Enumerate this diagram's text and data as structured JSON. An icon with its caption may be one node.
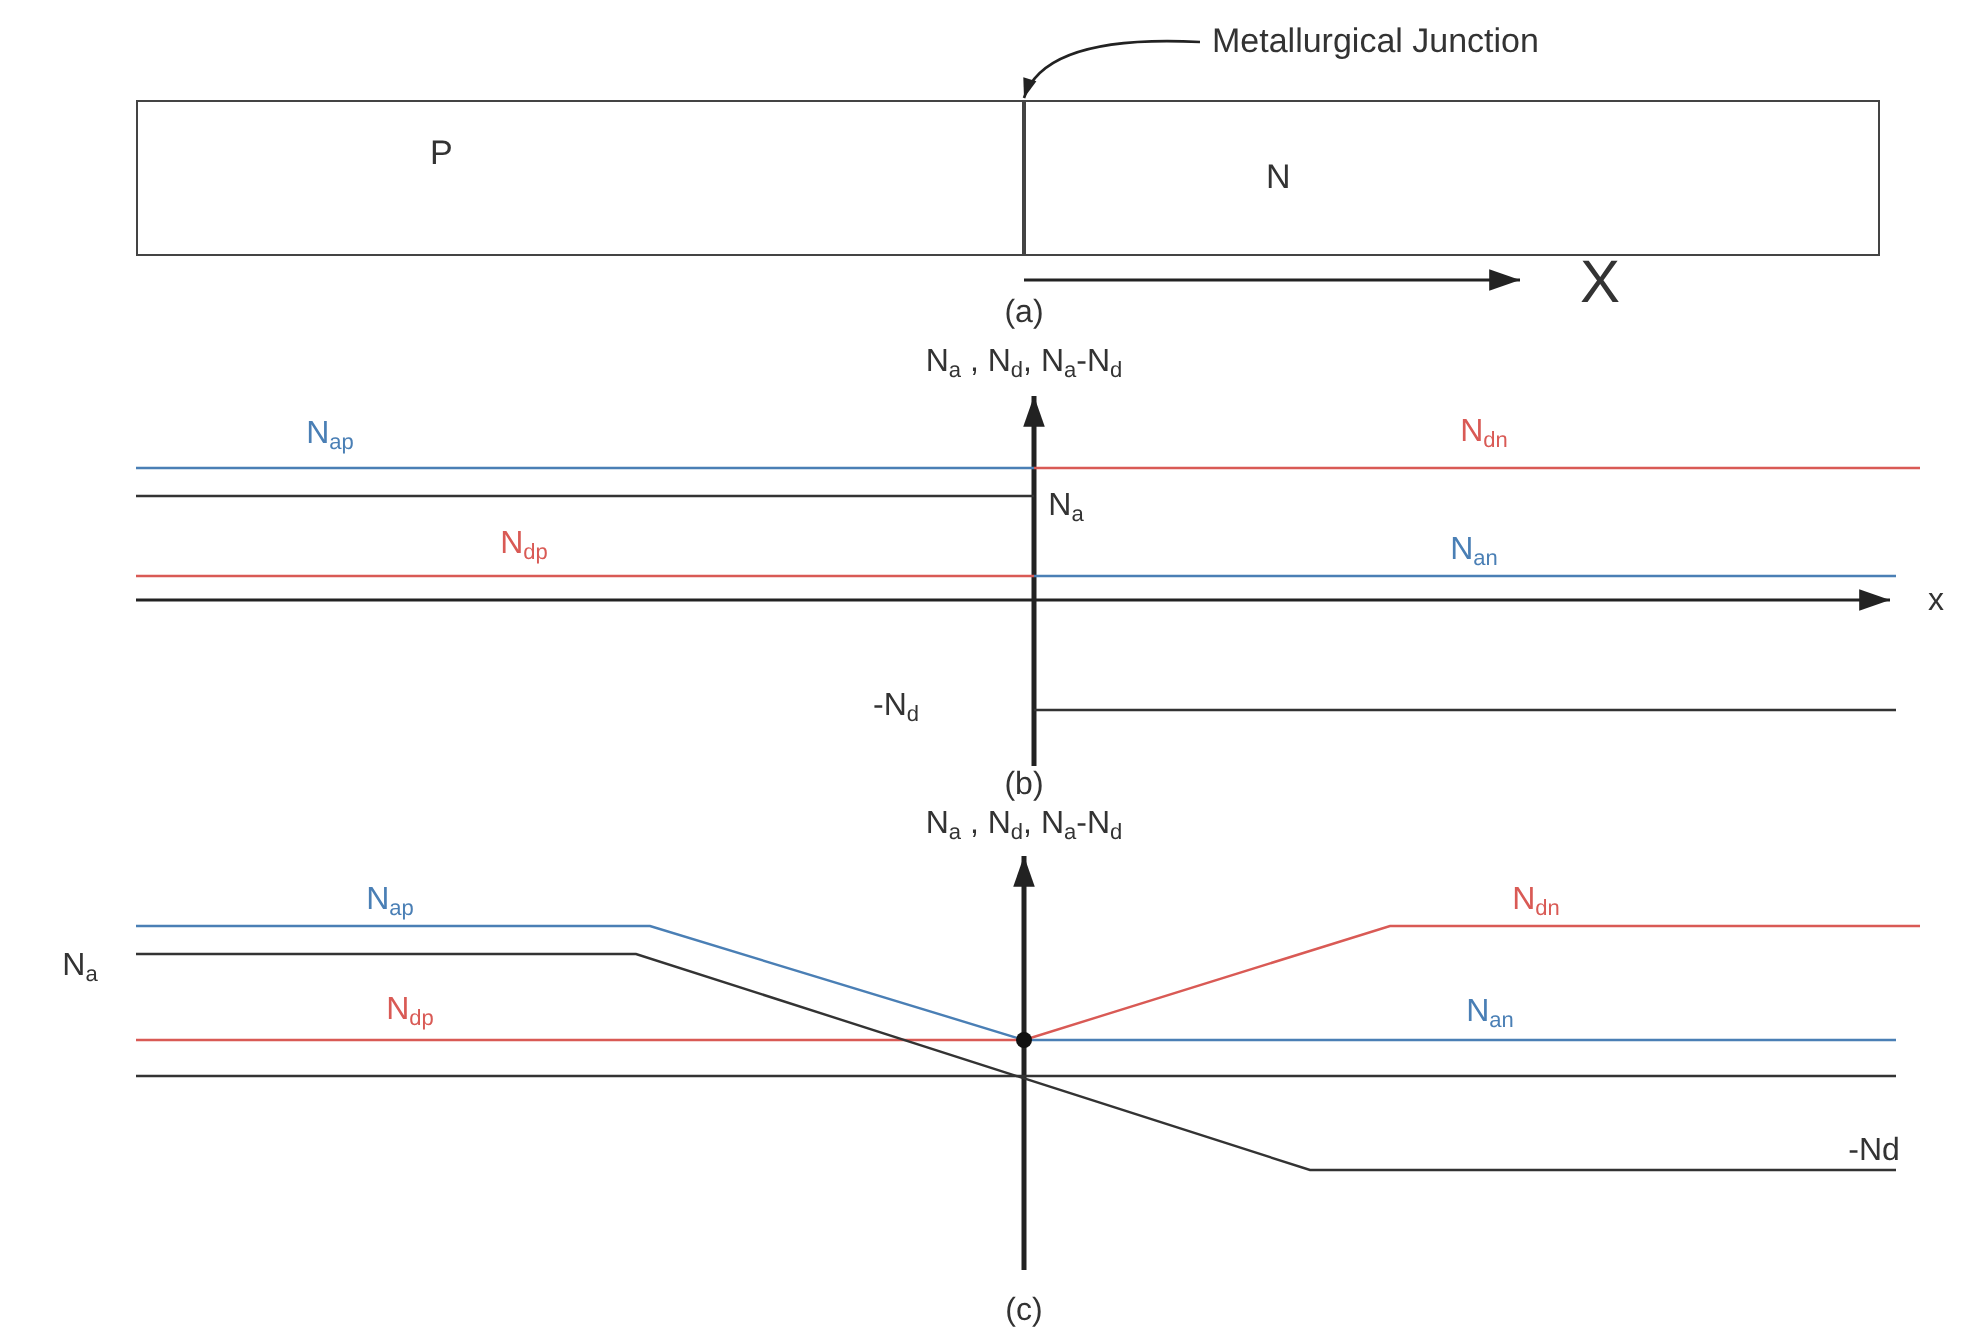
{
  "diagram": {
    "nodes": [
      {
        "text": [
          "Metallurgical Junction"
        ]
      },
      {
        "text": [
          "P"
        ]
      },
      {
        "text": [
          "N"
        ]
      }
    ],
    "edges": [
      {
        "from": 0,
        "to": 2,
        "arrow": "to"
      }
    ],
    "labels": [
      "X",
      "(a)",
      "N$_{a}$ , N$_{d}$, N$_{a}$-N$_{d}$",
      "N$_{ap}$",
      "N$_{dn}$",
      "N$_{a}$",
      "N$_{dp}$",
      "N$_{an}$",
      "x",
      "-N$_{d}$",
      "(b)",
      "N$_{a}$ , N$_{d}$, N$_{a}$-N$_{d}$",
      "N$_{ap}$",
      "N$_{dn}$",
      "N$_{a}$",
      "N$_{dp}$",
      "N$_{an}$",
      "-Nd",
      "(c)"
    ]
  }
}
